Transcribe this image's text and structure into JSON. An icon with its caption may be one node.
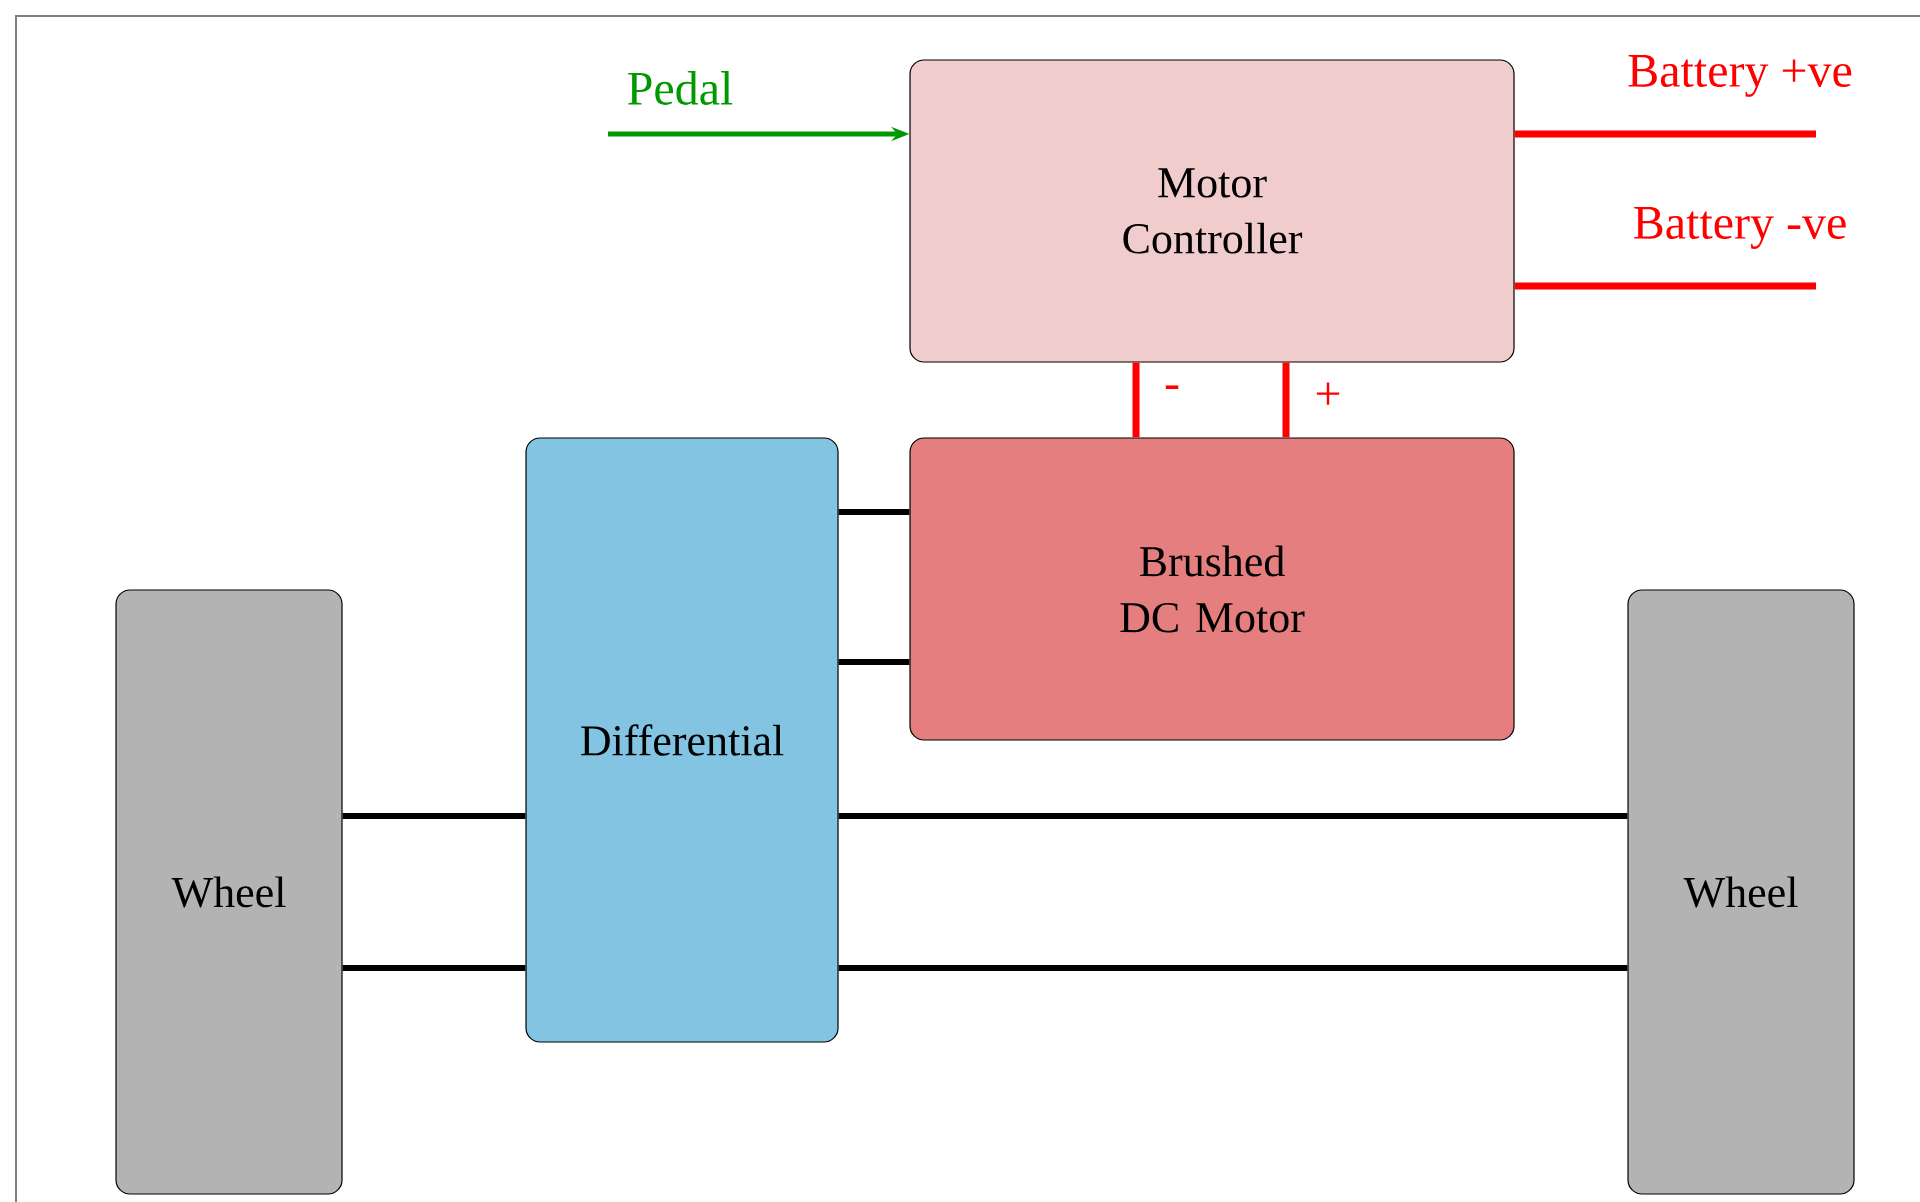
{
  "diagram": {
    "nodes": [
      {
        "text": [
          "Motor Controller"
        ]
      },
      {
        "text": [
          "Brushed DC Motor"
        ]
      },
      {
        "text": [
          "Differential"
        ]
      },
      {
        "text": [
          "Wheel"
        ]
      },
      {
        "text": [
          "Wheel"
        ]
      }
    ],
    "edges": [
      {
        "from": null,
        "to": 0,
        "arrow": "to",
        "label": "Pedal",
        "color": "#009900"
      },
      {
        "from": 0,
        "to": null,
        "arrow": "none",
        "label": "Battery +ve",
        "color": "#ff0000"
      },
      {
        "from": 0,
        "to": null,
        "arrow": "none",
        "label": "Battery -ve",
        "color": "#ff0000"
      },
      {
        "from": 0,
        "to": 1,
        "arrow": "none",
        "label": "-",
        "color": "#ff0000"
      },
      {
        "from": 0,
        "to": 1,
        "arrow": "none",
        "label": "+",
        "color": "#ff0000"
      },
      {
        "from": 2,
        "to": 1,
        "arrow": "none"
      },
      {
        "from": 2,
        "to": 1,
        "arrow": "none"
      },
      {
        "from": 3,
        "to": 2,
        "arrow": "none"
      },
      {
        "from": 3,
        "to": 2,
        "arrow": "none"
      },
      {
        "from": 2,
        "to": 4,
        "arrow": "none"
      },
      {
        "from": 2,
        "to": 4,
        "arrow": "none"
      }
    ]
  }
}
